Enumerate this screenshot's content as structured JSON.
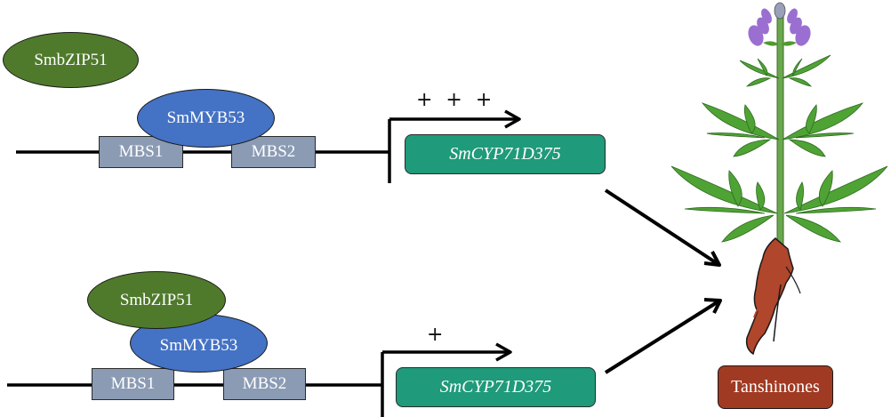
{
  "colors": {
    "bzip": "#4f7a2c",
    "myb": "#4472c4",
    "mbs": "#8b9bb4",
    "gene": "#1f9a7a",
    "product": "#a13a22",
    "line": "#000000"
  },
  "top_panel": {
    "free_factor": "SmbZIP51",
    "bound_factor": "SmMYB53",
    "sites": [
      "MBS1",
      "MBS2"
    ],
    "activity": "+ + +",
    "gene": "SmCYP71D375"
  },
  "bottom_panel": {
    "factor_upper": "SmbZIP51",
    "factor_lower": "SmMYB53",
    "sites": [
      "MBS1",
      "MBS2"
    ],
    "activity": "+",
    "gene": "SmCYP71D375"
  },
  "product": {
    "label": "Tanshinones",
    "illustration": "salvia-miltiorrhiza-plant-icon"
  }
}
